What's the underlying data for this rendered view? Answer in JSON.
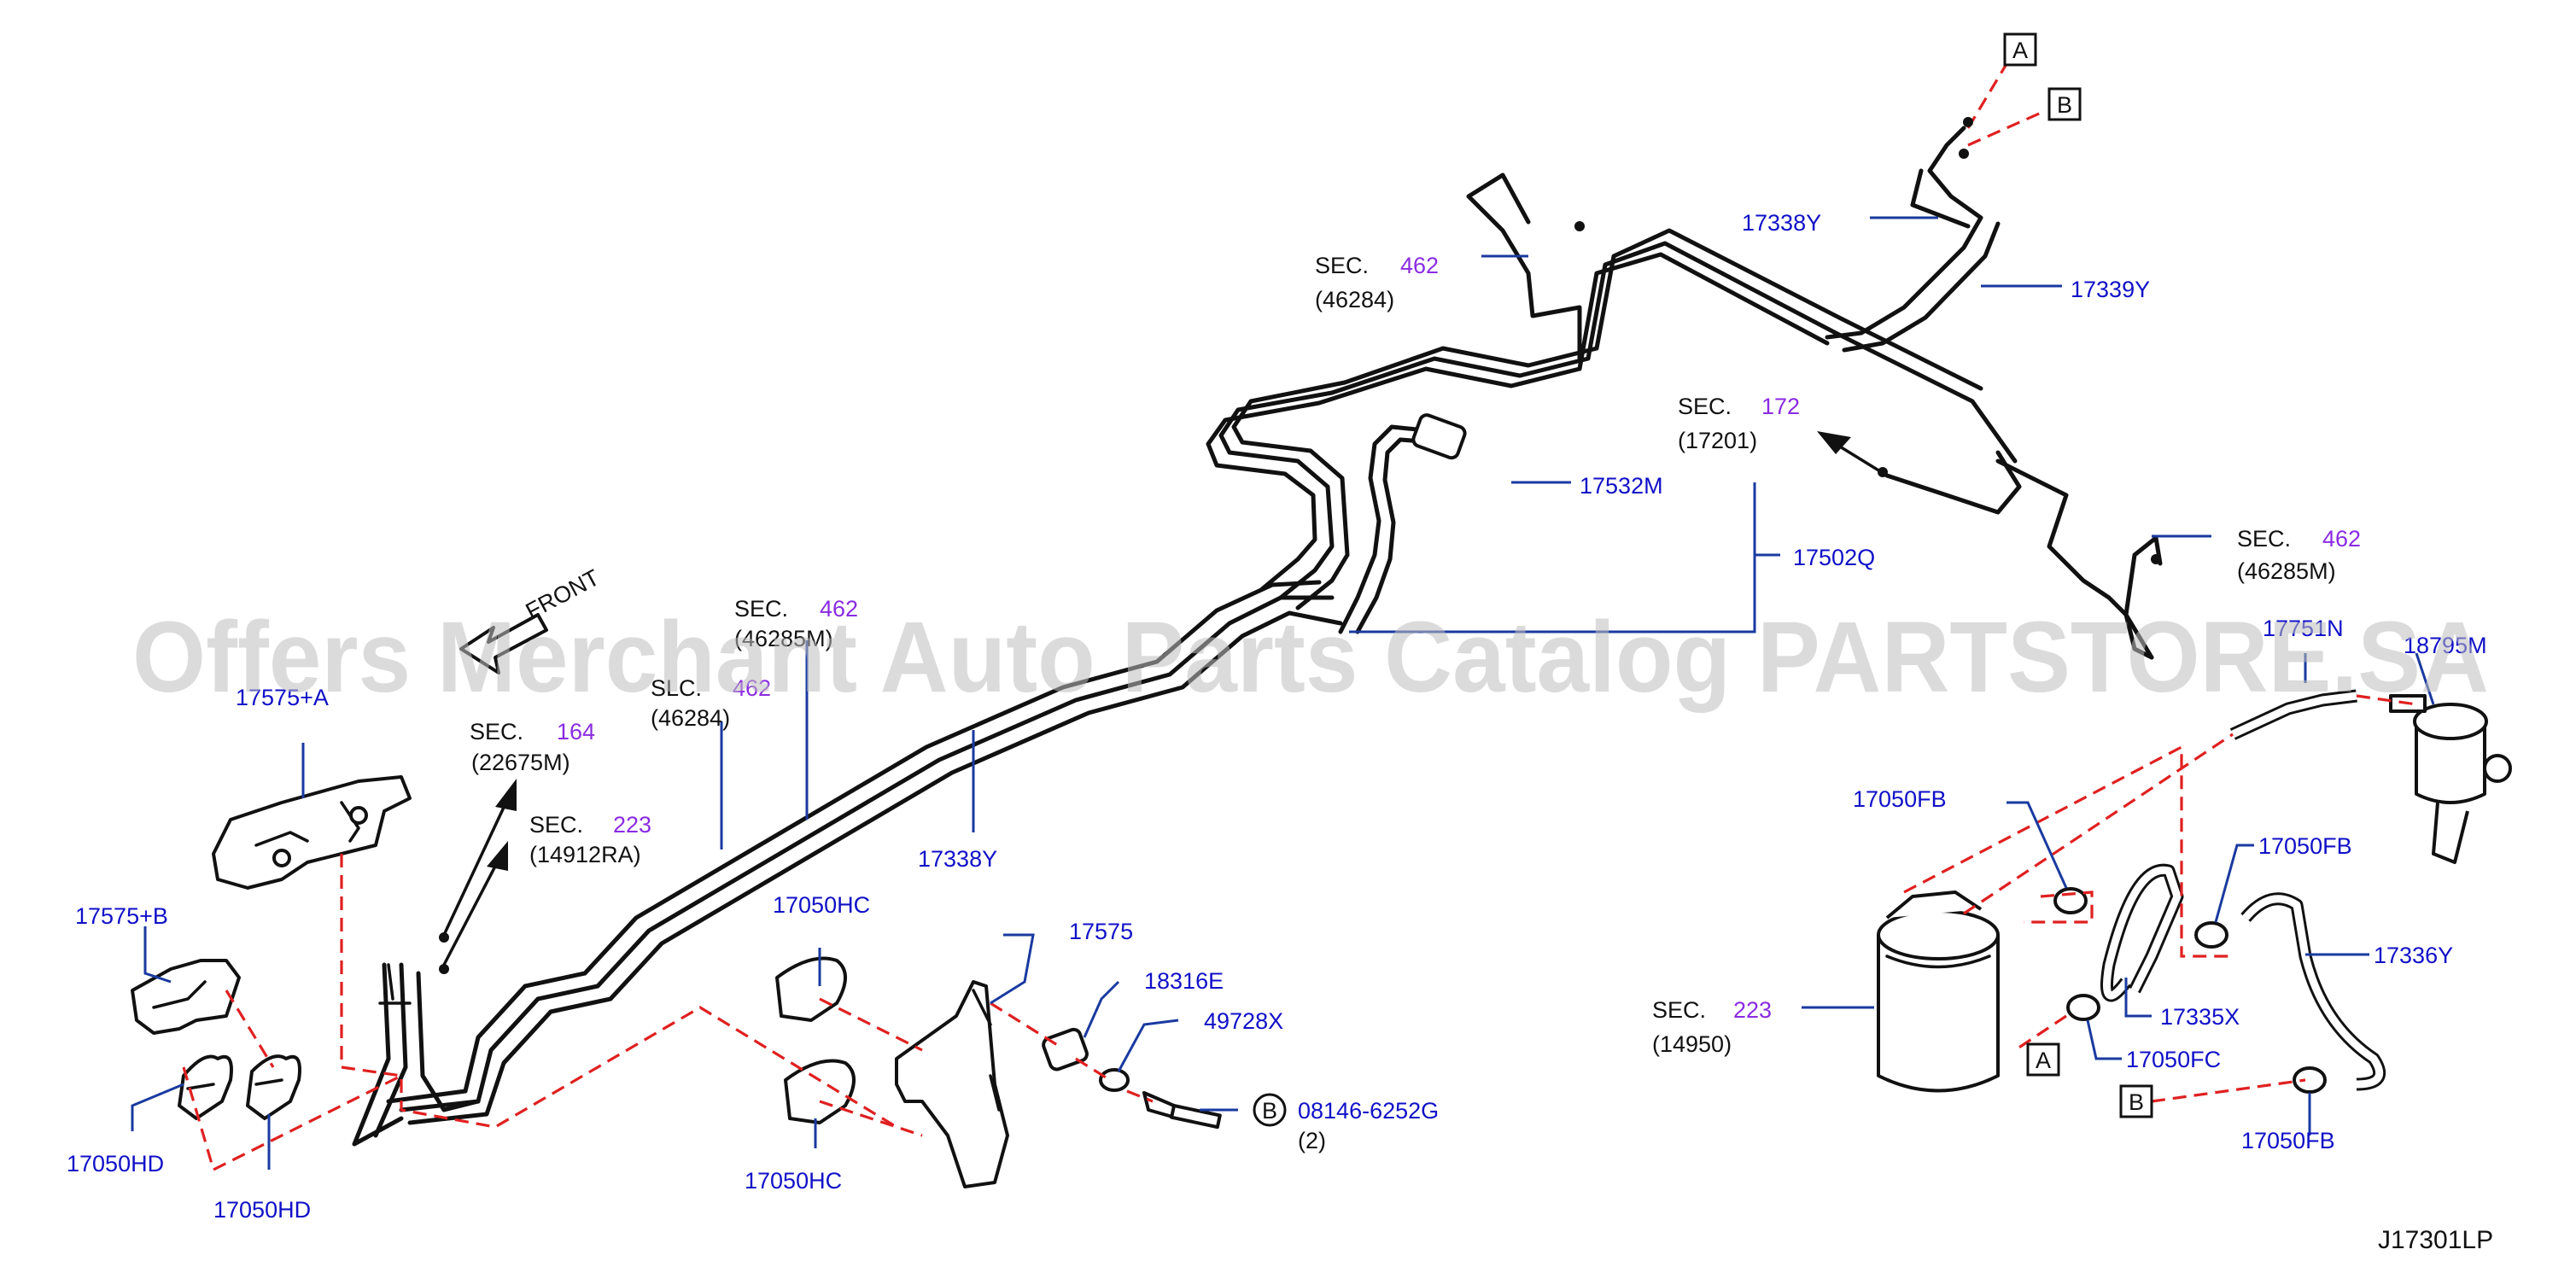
{
  "watermark": "Offers Merchant Auto Parts Catalog PARTSTORE.SA",
  "diagram_code": "J17301LP",
  "front_label": "FRONT",
  "callouts": {
    "c17575A": "17575+A",
    "c17575B": "17575+B",
    "c17050HD_1": "17050HD",
    "c17050HD_2": "17050HD",
    "c17050HC_1": "17050HC",
    "c17050HC_2": "17050HC",
    "c17575": "17575",
    "c18316E": "18316E",
    "c49728X": "49728X",
    "c08146": "08146-6252G",
    "c08146_qty": "(2)",
    "c17338Y_1": "17338Y",
    "c17338Y_2": "17338Y",
    "c17339Y": "17339Y",
    "c17532M": "17532M",
    "c17502Q": "17502Q",
    "c17751N": "17751N",
    "c18795M": "18795M",
    "c17050FB_1": "17050FB",
    "c17050FB_2": "17050FB",
    "c17050FB_3": "17050FB",
    "c17335X": "17335X",
    "c17336Y": "17336Y",
    "c17050FC": "17050FC"
  },
  "sections": {
    "s164": {
      "word": "SEC.",
      "num": "164",
      "ref": "(22675M)"
    },
    "s223a": {
      "word": "SEC.",
      "num": "223",
      "ref": "(14912RA)"
    },
    "s462a": {
      "word": "SLC.",
      "num": "462",
      "ref": "(46284)"
    },
    "s462b": {
      "word": "SEC.",
      "num": "462",
      "ref": "(46285M)"
    },
    "s462c": {
      "word": "SEC.",
      "num": "462",
      "ref": "(46284)"
    },
    "s172": {
      "word": "SEC.",
      "num": "172",
      "ref": "(17201)"
    },
    "s462d": {
      "word": "SEC.",
      "num": "462",
      "ref": "(46285M)"
    },
    "s223b": {
      "word": "SEC.",
      "num": "223",
      "ref": "(14950)"
    }
  },
  "markers": {
    "A_top": "A",
    "B_top": "B",
    "A_bottom": "A",
    "B_bottom": "B",
    "B_circle": "B"
  },
  "colors": {
    "part_number": "#1010c8",
    "section_number": "#8a2be2",
    "leader_line": "#1a3aa0",
    "connection_dash": "#e02020",
    "watermark": "#bdbdbd"
  }
}
